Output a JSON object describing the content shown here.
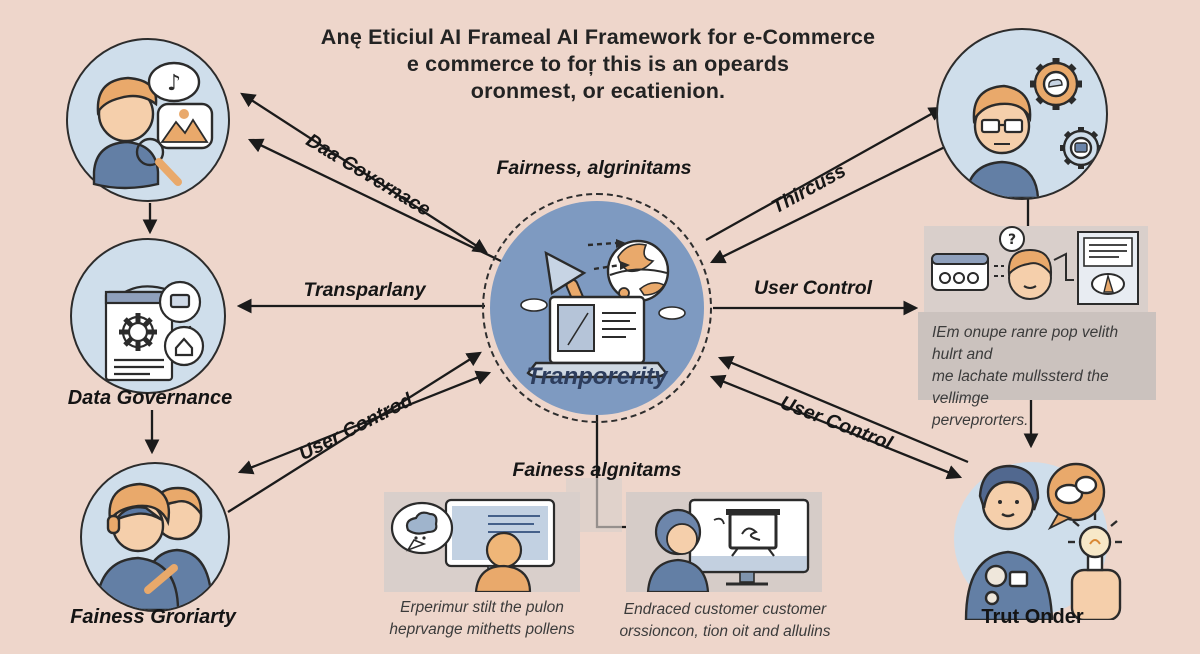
{
  "title": {
    "text": "Anę Eticiul AI Frameal AI Framework for e-Commerce\ne commerce to foŗ this is an opeards\noronmest, or ecatienion."
  },
  "center_node": {
    "label": "Tranporerity"
  },
  "nodes": {
    "data_governance": {
      "label": "Data Governance"
    },
    "fairness": {
      "label": "Fainess Groriarty"
    },
    "trust": {
      "label": "Trut Onder"
    }
  },
  "edge_labels": {
    "data_governance": "Daa Covernace",
    "fairness_algorithms_top": "Fairness, algrinitams",
    "transparency": "Transparlany",
    "user_control_left": "User Controd",
    "trust_process": "Thircuss",
    "user_control_right": "User Control",
    "user_control_bottom_right": "User Control",
    "fairness_algorithms_bottom": "Fainess algnitams"
  },
  "captions": {
    "right_panel": "IEm onupe ranre pop velith hulrt and\nme lachate mullssterd the vellimge\nperveprorters.",
    "bottom_left_panel": "Erperimur stilt the pulon\nheprvange mithetts pollens",
    "bottom_right_panel": "Endraced customer customer\norssioncon, tion oit and allulins"
  },
  "icons": {
    "music_note": "♪",
    "question_mark": "?"
  },
  "colors": {
    "background": "#eed6cb",
    "node_fill": "#cfdeeb",
    "center_fill": "#7e9ac1",
    "center_text": "#2d3d5d",
    "arrow": "#1b1b1b",
    "panel_gray": "#d9cfcb",
    "caption_box_gray": "#cbc2be",
    "accent_orange": "#e9a96b",
    "figure_blue": "#637fa5",
    "skin": "#f5cfab"
  }
}
